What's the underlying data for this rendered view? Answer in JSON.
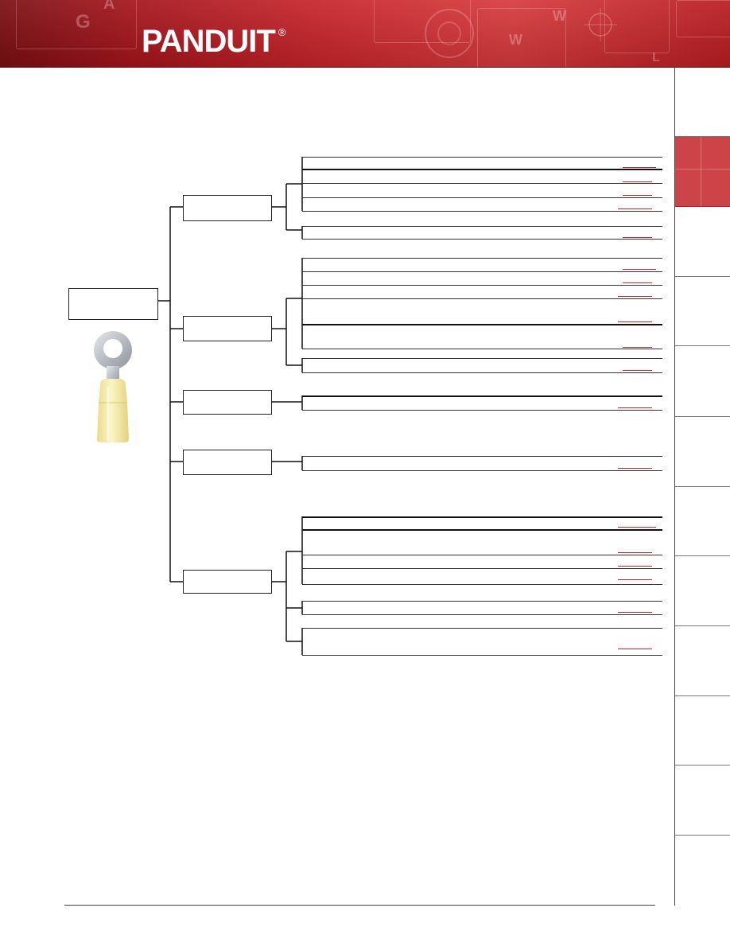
{
  "brand": {
    "logo_text": "PANDUIT",
    "registered_mark": "®"
  },
  "colors": {
    "brand_red": "#c8252b",
    "active_tab": "#cc4447",
    "terminal_yellow": "#f3e9a6",
    "terminal_ring": "#c9cdd2"
  },
  "icons": {
    "product_image": "ring-terminal-image"
  },
  "side_tabs": {
    "count": 12,
    "active_index": 1
  }
}
